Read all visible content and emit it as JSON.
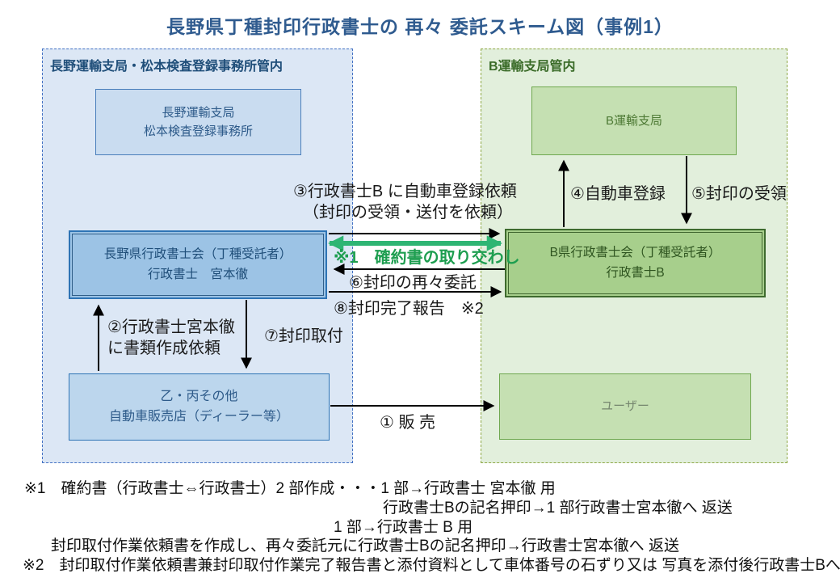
{
  "title": "長野県丁種封印行政書士の 再々 委託スキーム図（事例1）",
  "colors": {
    "title_blue": "#2F5B8F",
    "region_left_bg": "#DCE7F5",
    "region_right_bg": "#E2EFDC",
    "blue_box_fill": "#9CC3E5",
    "green_box_fill": "#A7CF8C",
    "arrow_black": "#000000",
    "arrow_green": "#2EB573"
  },
  "regions": {
    "left": {
      "label": "長野運輸支局・松本検査登録事務所管内"
    },
    "right": {
      "label": "B運輸支局管内"
    }
  },
  "boxes": {
    "nagano_office": {
      "line1": "長野運輸支局",
      "line2": "松本検査登録事務所"
    },
    "b_office": {
      "label": "B運輸支局"
    },
    "nagano_gyosei": {
      "line1": "長野県行政書士会（丁種受託者）",
      "line2": "行政書士　宮本徹"
    },
    "b_gyosei": {
      "line1": "B県行政書士会（丁種受託者）",
      "line2": "行政書士B"
    },
    "dealer": {
      "line1": "乙・丙その他",
      "line2": "自動車販売店（ディーラー等）"
    },
    "user": {
      "label": "ユーザー"
    }
  },
  "arrows": {
    "a1": "① 販 売",
    "a2_line1": "②行政書士宮本徹",
    "a2_line2": "に書類作成依頼",
    "a3_line1": "③行政書士B に自動車登録依頼",
    "a3_line2": "（封印の受領・送付を依頼）",
    "a4": "④自動車登録",
    "a5": "⑤封印の受領",
    "k1": "※1　確約書の取り交わし",
    "a6": "⑥封印の再々委託",
    "a7": "⑦封印取付",
    "a8": "⑧封印完了報告　※2"
  },
  "footnotes": [
    "※1　確約書（行政書士⇔行政書士）2 部作成・・・1 部→行政書士 宮本徹 用",
    "行政書士Bの記名押印→1 部行政書士宮本徹へ 返送",
    "1 部→行政書士 B 用",
    "封印取付作業依頼書を作成し、再々委託元に行政書士Bの記名押印→行政書士宮本徹へ 返送",
    "※2　封印取付作業依頼書兼封印取付作業完了報告書と添付資料として車体番号の石ずり又は 写真を添付後行政書士Bへ"
  ]
}
